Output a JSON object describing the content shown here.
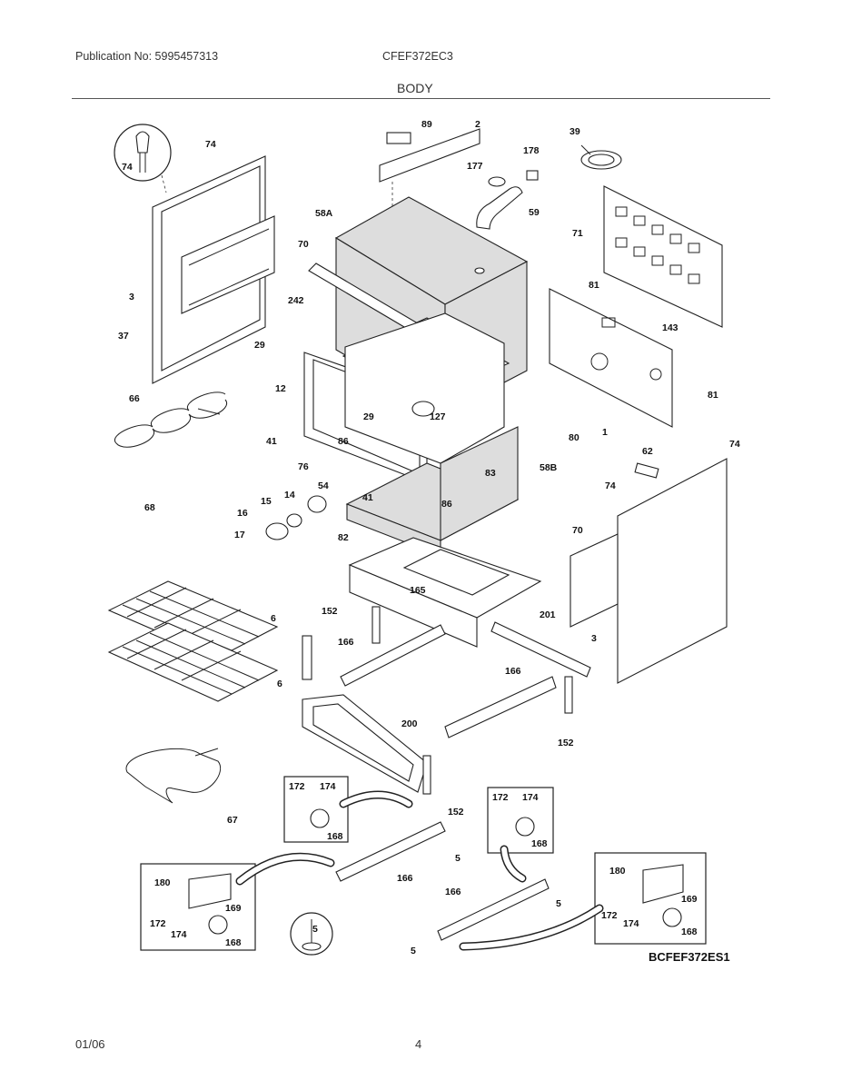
{
  "header": {
    "publication": "Publication No: 5995457313",
    "model": "CFEF372EC3",
    "section": "BODY"
  },
  "footer": {
    "date": "01/06",
    "page": "4"
  },
  "diagram": {
    "code": "BCFEF372ES1",
    "callouts": [
      "74",
      "74",
      "89",
      "2",
      "39",
      "178",
      "177",
      "59",
      "58A",
      "71",
      "70",
      "3",
      "242",
      "81",
      "143",
      "37",
      "29",
      "12",
      "81",
      "66",
      "127",
      "29",
      "80",
      "1",
      "41",
      "86",
      "76",
      "83",
      "58B",
      "62",
      "74",
      "74",
      "54",
      "14",
      "15",
      "16",
      "41",
      "86",
      "17",
      "68",
      "82",
      "70",
      "165",
      "152",
      "6",
      "201",
      "3",
      "166",
      "6",
      "166",
      "152",
      "200",
      "67",
      "172",
      "174",
      "168",
      "152",
      "172",
      "174",
      "168",
      "5",
      "180",
      "169",
      "172",
      "174",
      "168",
      "166",
      "166",
      "5",
      "5",
      "180",
      "169",
      "172",
      "174",
      "168",
      "5"
    ]
  }
}
